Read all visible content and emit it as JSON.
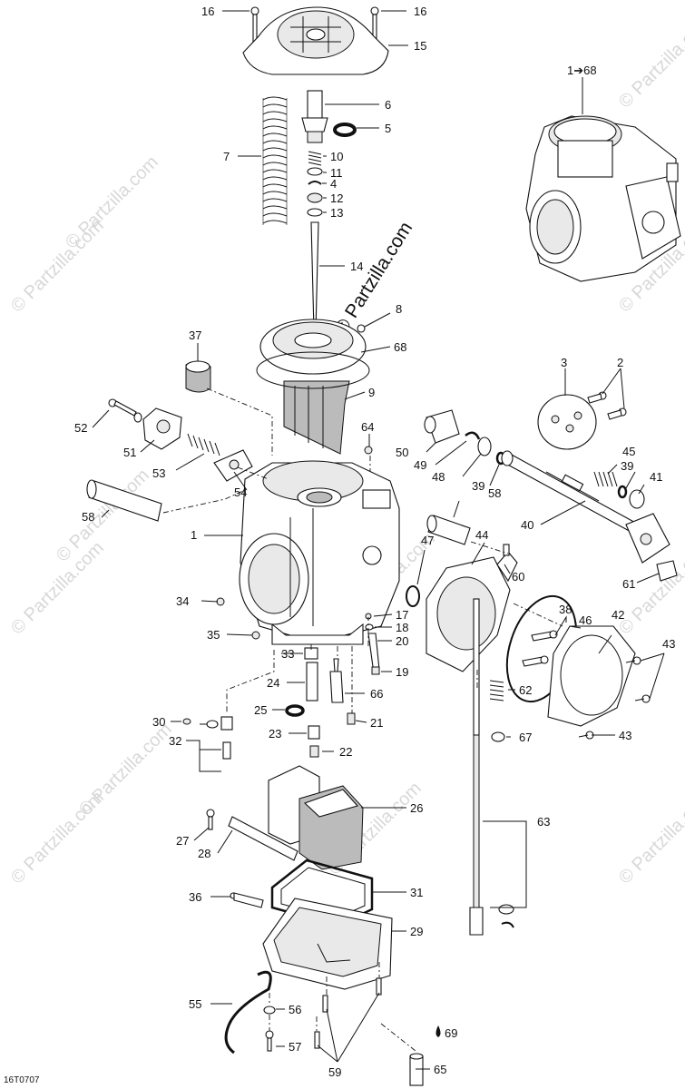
{
  "diagram": {
    "drawing_ref": "16T0707",
    "watermark_main": "© Partzilla.com",
    "watermark_faint": "© Partzilla.com",
    "labels": [
      {
        "id": "l16a",
        "text": "16"
      },
      {
        "id": "l16b",
        "text": "16"
      },
      {
        "id": "l15",
        "text": "15"
      },
      {
        "id": "l6",
        "text": "6"
      },
      {
        "id": "l5",
        "text": "5"
      },
      {
        "id": "l7",
        "text": "7"
      },
      {
        "id": "l10",
        "text": "10"
      },
      {
        "id": "l11",
        "text": "11"
      },
      {
        "id": "l4",
        "text": "4"
      },
      {
        "id": "l12",
        "text": "12"
      },
      {
        "id": "l13",
        "text": "13"
      },
      {
        "id": "l14",
        "text": "14"
      },
      {
        "id": "l1to68",
        "text": "1➔68"
      },
      {
        "id": "l8",
        "text": "8"
      },
      {
        "id": "l68",
        "text": "68"
      },
      {
        "id": "l37",
        "text": "37"
      },
      {
        "id": "l9",
        "text": "9"
      },
      {
        "id": "l3",
        "text": "3"
      },
      {
        "id": "l2",
        "text": "2"
      },
      {
        "id": "l52",
        "text": "52"
      },
      {
        "id": "l64",
        "text": "64"
      },
      {
        "id": "l50",
        "text": "50"
      },
      {
        "id": "l51",
        "text": "51"
      },
      {
        "id": "l53",
        "text": "53"
      },
      {
        "id": "l49",
        "text": "49"
      },
      {
        "id": "l48",
        "text": "48"
      },
      {
        "id": "l39a",
        "text": "39"
      },
      {
        "id": "l45",
        "text": "45"
      },
      {
        "id": "l39b",
        "text": "39"
      },
      {
        "id": "l41",
        "text": "41"
      },
      {
        "id": "l54",
        "text": "54"
      },
      {
        "id": "l58a",
        "text": "58"
      },
      {
        "id": "l58b",
        "text": "58"
      },
      {
        "id": "l40",
        "text": "40"
      },
      {
        "id": "l1",
        "text": "1"
      },
      {
        "id": "l44",
        "text": "44"
      },
      {
        "id": "l47",
        "text": "47"
      },
      {
        "id": "l60",
        "text": "60"
      },
      {
        "id": "l61",
        "text": "61"
      },
      {
        "id": "l34",
        "text": "34"
      },
      {
        "id": "l38",
        "text": "38"
      },
      {
        "id": "l46",
        "text": "46"
      },
      {
        "id": "l42",
        "text": "42"
      },
      {
        "id": "l17",
        "text": "17"
      },
      {
        "id": "l18",
        "text": "18"
      },
      {
        "id": "l35",
        "text": "35"
      },
      {
        "id": "l20",
        "text": "20"
      },
      {
        "id": "l43a",
        "text": "43"
      },
      {
        "id": "l33",
        "text": "33"
      },
      {
        "id": "l19",
        "text": "19"
      },
      {
        "id": "l24",
        "text": "24"
      },
      {
        "id": "l66",
        "text": "66"
      },
      {
        "id": "l25",
        "text": "25"
      },
      {
        "id": "l62",
        "text": "62"
      },
      {
        "id": "l43b",
        "text": "43"
      },
      {
        "id": "l30",
        "text": "30"
      },
      {
        "id": "l21",
        "text": "21"
      },
      {
        "id": "l32",
        "text": "32"
      },
      {
        "id": "l23",
        "text": "23"
      },
      {
        "id": "l67",
        "text": "67"
      },
      {
        "id": "l22",
        "text": "22"
      },
      {
        "id": "l26",
        "text": "26"
      },
      {
        "id": "l63",
        "text": "63"
      },
      {
        "id": "l27",
        "text": "27"
      },
      {
        "id": "l28",
        "text": "28"
      },
      {
        "id": "l31",
        "text": "31"
      },
      {
        "id": "l36",
        "text": "36"
      },
      {
        "id": "l29",
        "text": "29"
      },
      {
        "id": "l55",
        "text": "55"
      },
      {
        "id": "l56",
        "text": "56"
      },
      {
        "id": "l69",
        "text": "69"
      },
      {
        "id": "l57",
        "text": "57"
      },
      {
        "id": "l65",
        "text": "65"
      },
      {
        "id": "l59",
        "text": "59"
      }
    ]
  }
}
